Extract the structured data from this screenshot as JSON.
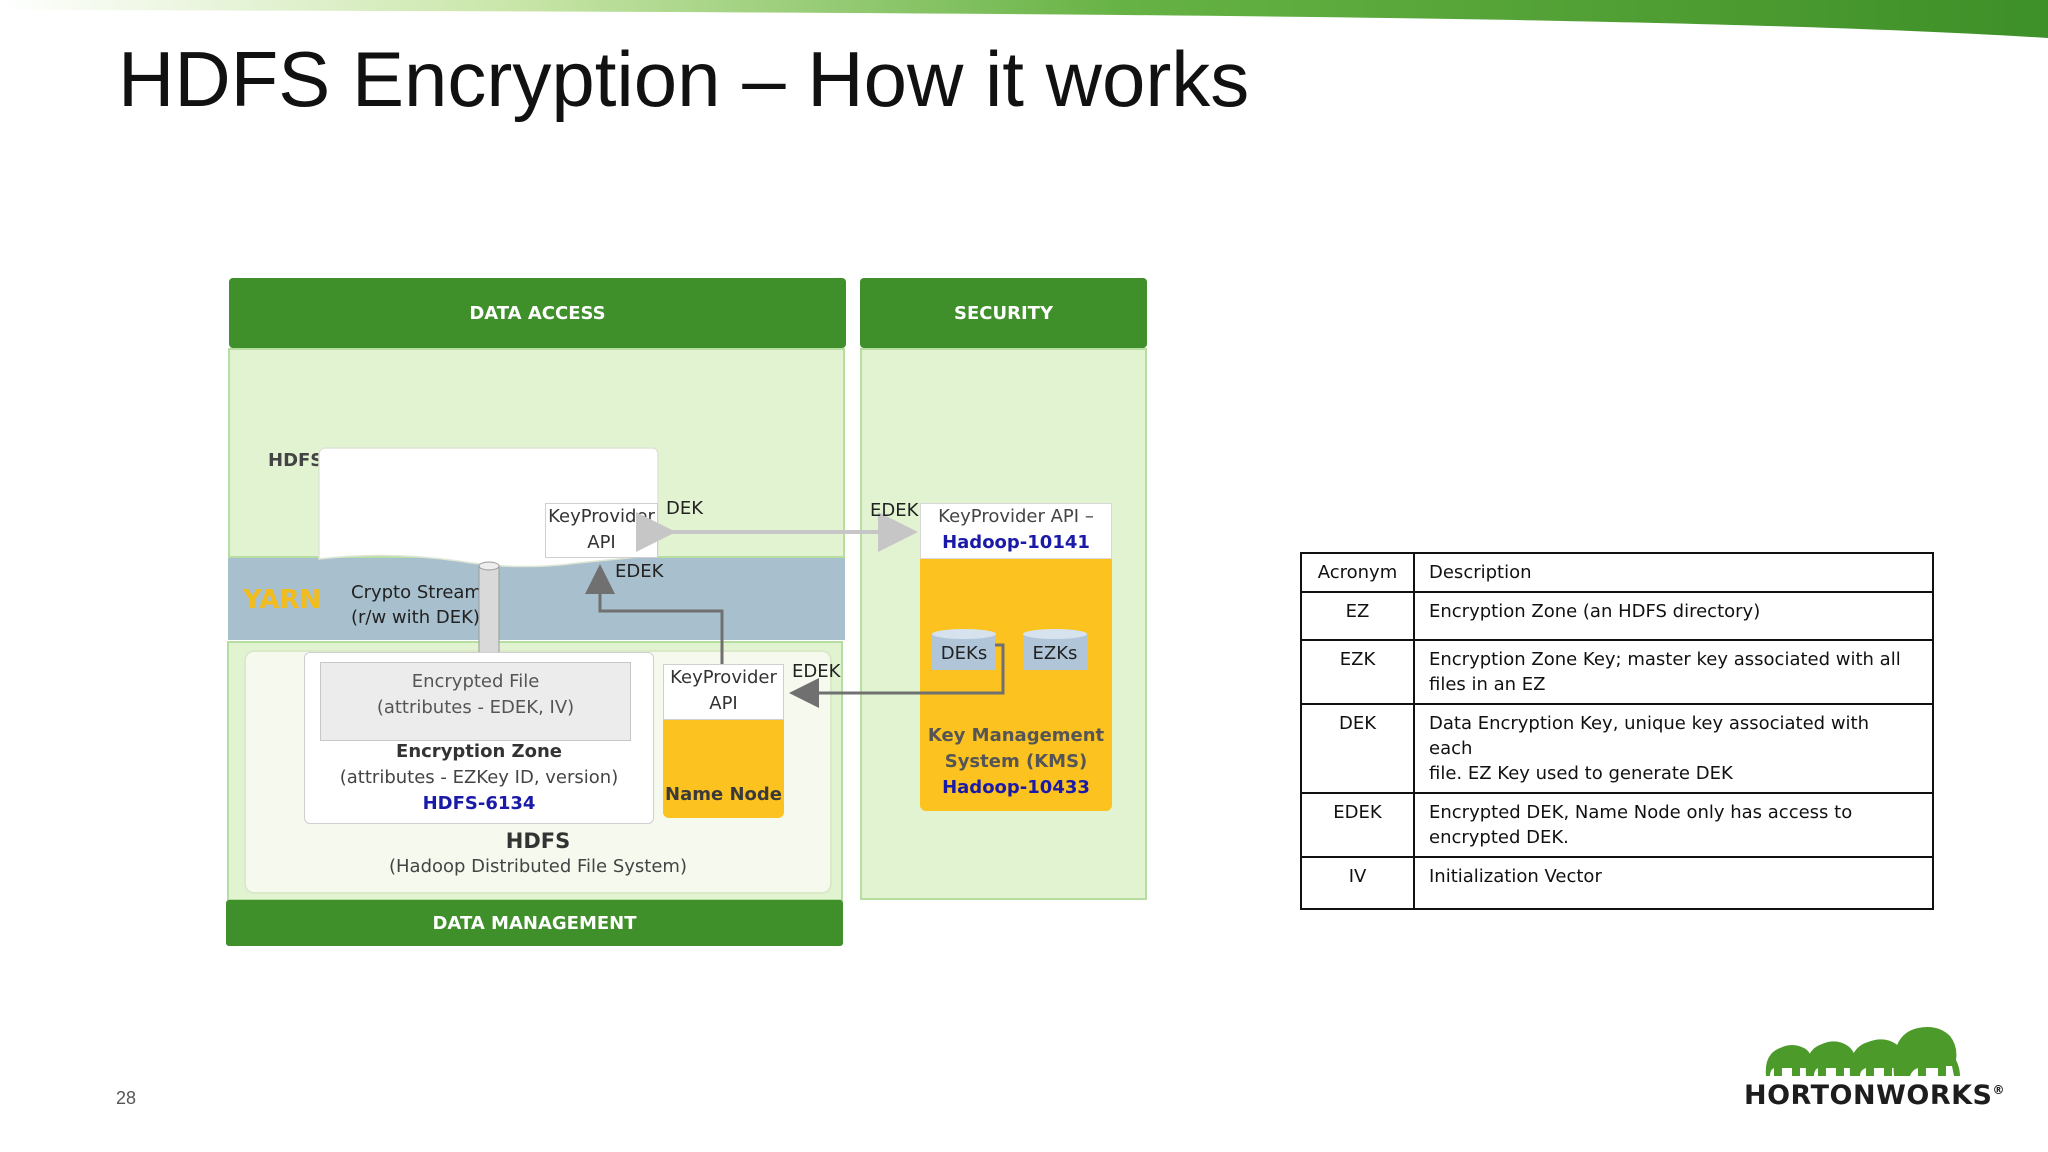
{
  "slide": {
    "title": "HDFS Encryption – How it works",
    "page_number": "28",
    "brand_color": "#3f8f2b"
  },
  "diagram": {
    "data_access_header": "DATA  ACCESS",
    "security_header": "SECURITY",
    "data_management_header": "DATA  MANAGEMENT",
    "hdfs_client_label": "HDFS Client",
    "yarn_label": "YARN",
    "crypto_stream_line1": "Crypto Stream",
    "crypto_stream_line2": "(r/w with DEK)",
    "client_keyprovider_line1": "KeyProvider",
    "client_keyprovider_line2": "API",
    "dek_label": "DEK",
    "edek_client_label": "EDEK",
    "edek_security_label": "EDEK",
    "edek_namenode_label": "EDEK",
    "kms_api_line1": "KeyProvider API –",
    "kms_api_line2": "Hadoop-10141",
    "deks_label": "DEKs",
    "ezks_label": "EZKs",
    "kms_line1": "Key Management",
    "kms_line2": "System (KMS)",
    "kms_line3": "Hadoop-10433",
    "encrypted_file_line1": "Encrypted File",
    "encrypted_file_line2": "(attributes - EDEK, IV)",
    "ez_line1": "Encryption Zone",
    "ez_line2": "(attributes - EZKey ID, version)",
    "ez_line3": "HDFS-6134",
    "namenode_api_line1": "KeyProvider",
    "namenode_api_line2": "API",
    "namenode_label": "Name Node",
    "hdfs_line1": "HDFS",
    "hdfs_line2": "(Hadoop Distributed File System)"
  },
  "acronym_table": {
    "headers": [
      "Acronym",
      "Description"
    ],
    "rows": [
      {
        "acronym": "EZ",
        "line1": "Encryption Zone (an HDFS directory)",
        "line2": ""
      },
      {
        "acronym": "EZK",
        "line1": "Encryption Zone Key; master key associated with all",
        "line2": "files in an EZ"
      },
      {
        "acronym": "DEK",
        "line1": "Data Encryption Key, unique key associated with each",
        "line2": "file.  EZ Key used to generate DEK"
      },
      {
        "acronym": "EDEK",
        "line1": "Encrypted DEK, Name Node only has access to",
        "line2": "encrypted DEK."
      },
      {
        "acronym": "IV",
        "line1": "Initialization Vector",
        "line2": ""
      }
    ]
  },
  "logo": {
    "text": "HORTONWORKS",
    "trademark": "®",
    "icon": "elephants-logo-icon"
  }
}
